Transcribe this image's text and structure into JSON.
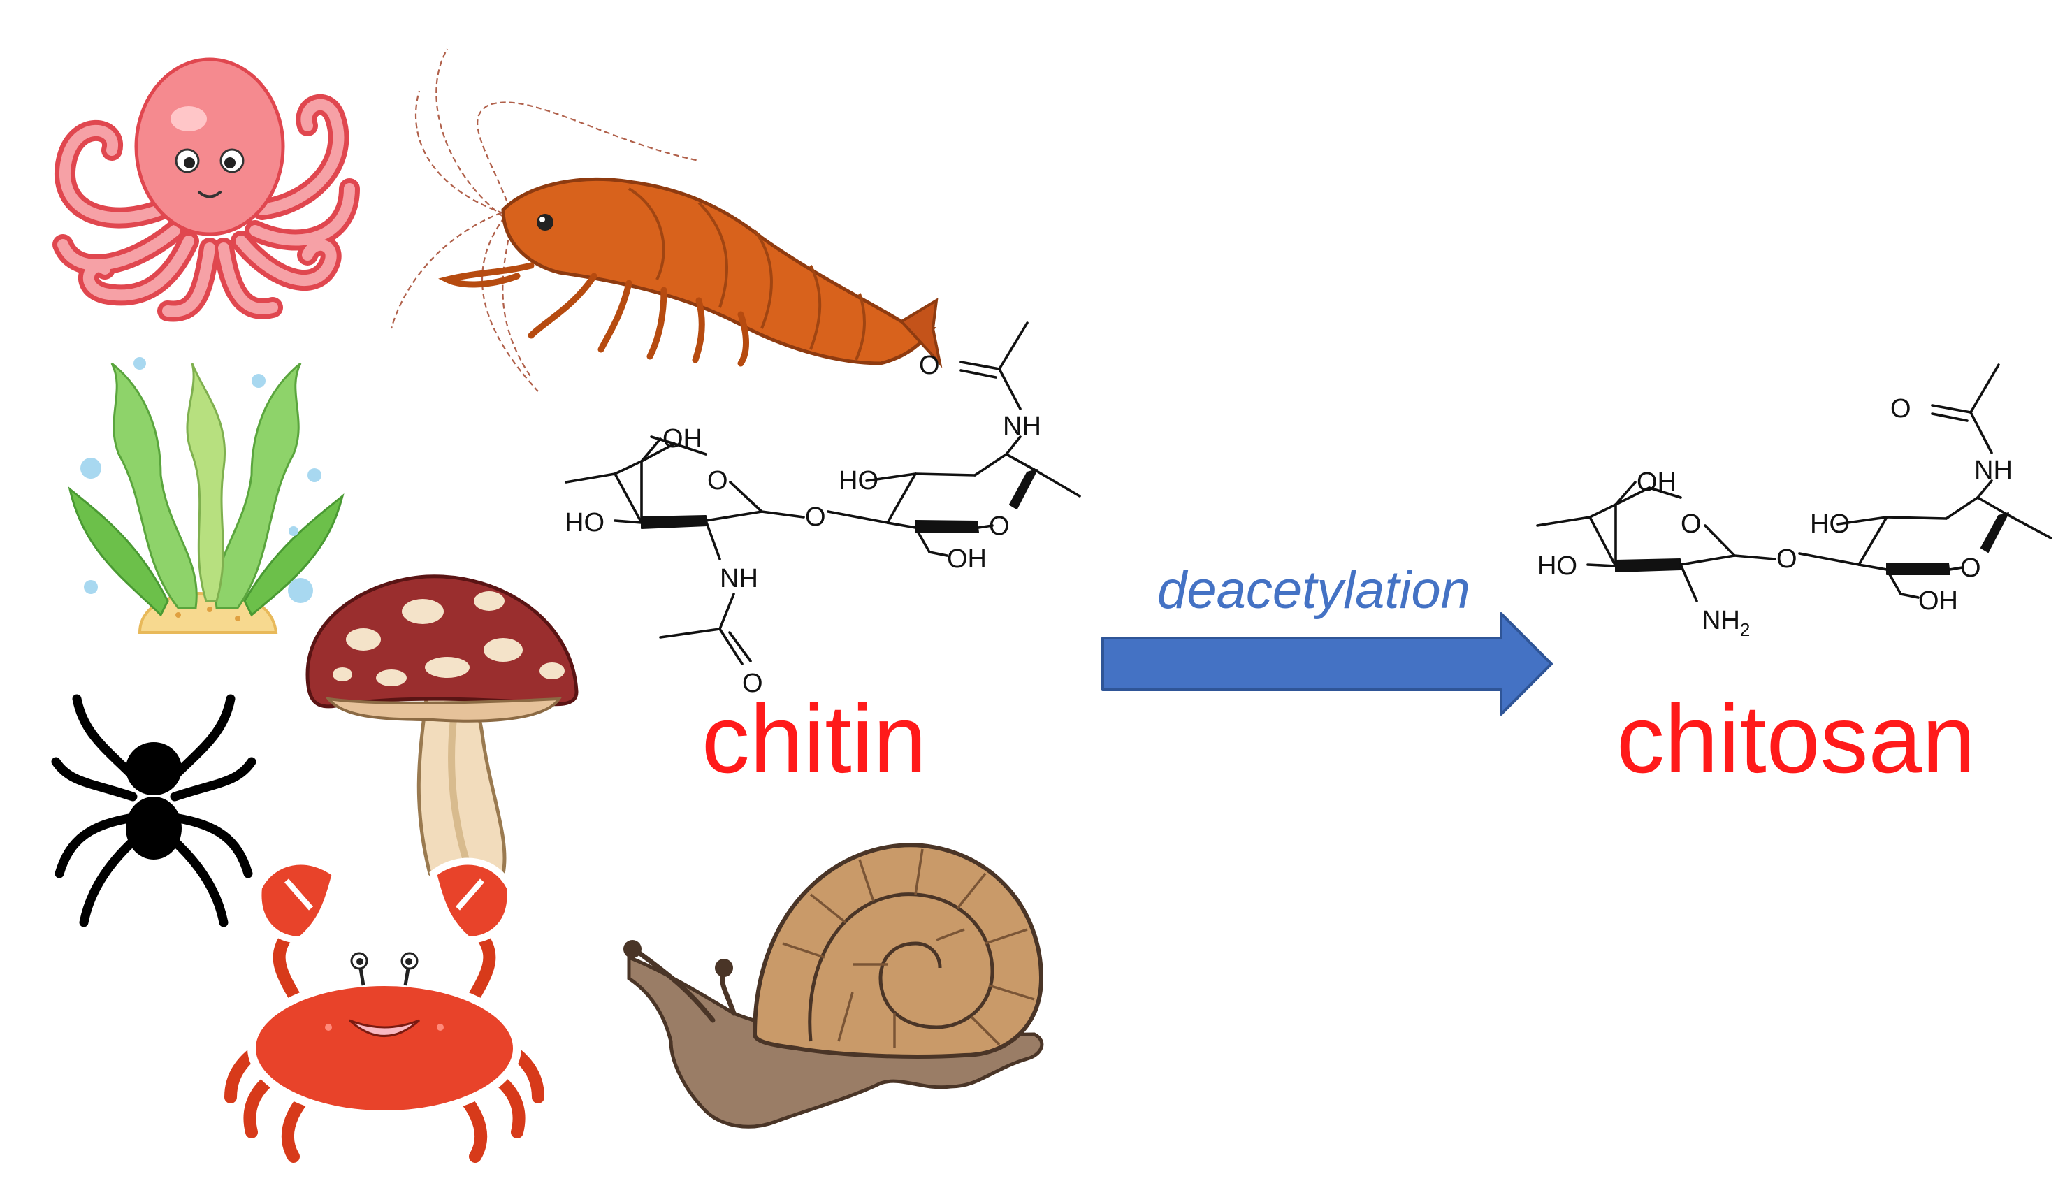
{
  "labels": {
    "chitin": "chitin",
    "chitosan": "chitosan",
    "process": "deacetylation"
  },
  "chitin_atoms": {
    "oh_top": "OH",
    "ring_o_left": "O",
    "ho_left": "HO",
    "nh": "NH",
    "carbonyl_o": "O",
    "bridge_o": "O",
    "ho_right": "HO",
    "ring_o_right": "O",
    "oh_bottom": "OH",
    "nh_top": "NH",
    "carbonyl_o_top": "O"
  },
  "chitosan_atoms": {
    "oh_top": "OH",
    "ring_o_left": "O",
    "ho_left": "HO",
    "nh2": "NH",
    "nh2_sub": "2",
    "bridge_o": "O",
    "ho_right": "HO",
    "ring_o_right": "O",
    "oh_bottom": "OH",
    "nh_top": "NH",
    "carbonyl_o_top": "O"
  },
  "colors": {
    "label_red": "#ff1a1a",
    "arrow_fill": "#4472c4",
    "arrow_stroke": "#2f5597",
    "arrow_text": "#4472c4"
  },
  "organisms": [
    "octopus-icon",
    "shrimp-icon",
    "seaweed-icon",
    "mushroom-icon",
    "spider-icon",
    "crab-icon",
    "snail-icon"
  ]
}
